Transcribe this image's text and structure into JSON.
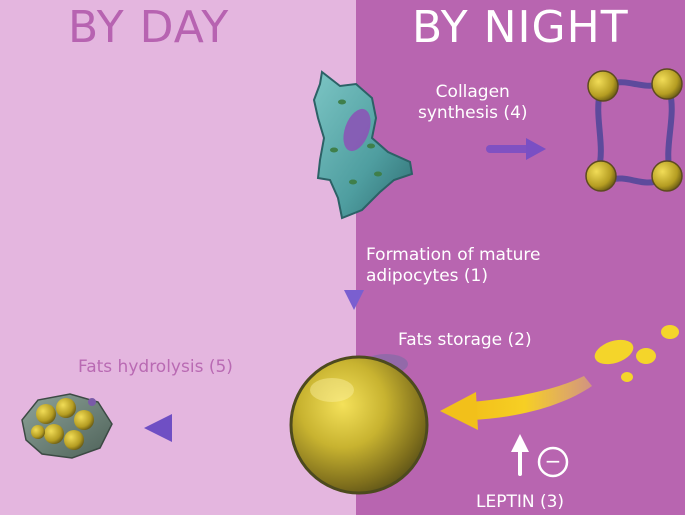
{
  "headings": {
    "day": "BY DAY",
    "night": "BY NIGHT"
  },
  "labels": {
    "collagen_line1": "Collagen",
    "collagen_line2": "synthesis (4)",
    "mature_line1": "Formation of mature",
    "mature_line2": "adipocytes (1)",
    "fats_storage": "Fats storage (2)",
    "fats_hydrolysis": "Fats hydrolysis (5)",
    "leptin": "LEPTIN (3)",
    "minus_sign": "−"
  },
  "colors": {
    "day_background": "#e4b6df",
    "night_background": "#b865b0",
    "day_heading": "#b763b1",
    "arrow_purple": "#7a4fc4",
    "fat_yellow": "#f2d21f",
    "cell_teal": "#4f9ea0"
  },
  "icons": {
    "fibroblast": "fibroblast-cell-icon",
    "collagen": "collagen-fiber-network-icon",
    "adipocyte": "mature-adipocyte-icon",
    "fat_droplets": "fat-droplets-icon",
    "hydrolyzed_cell": "hydrolyzed-fat-cell-icon",
    "inhibition": "minus-circle-icon"
  }
}
